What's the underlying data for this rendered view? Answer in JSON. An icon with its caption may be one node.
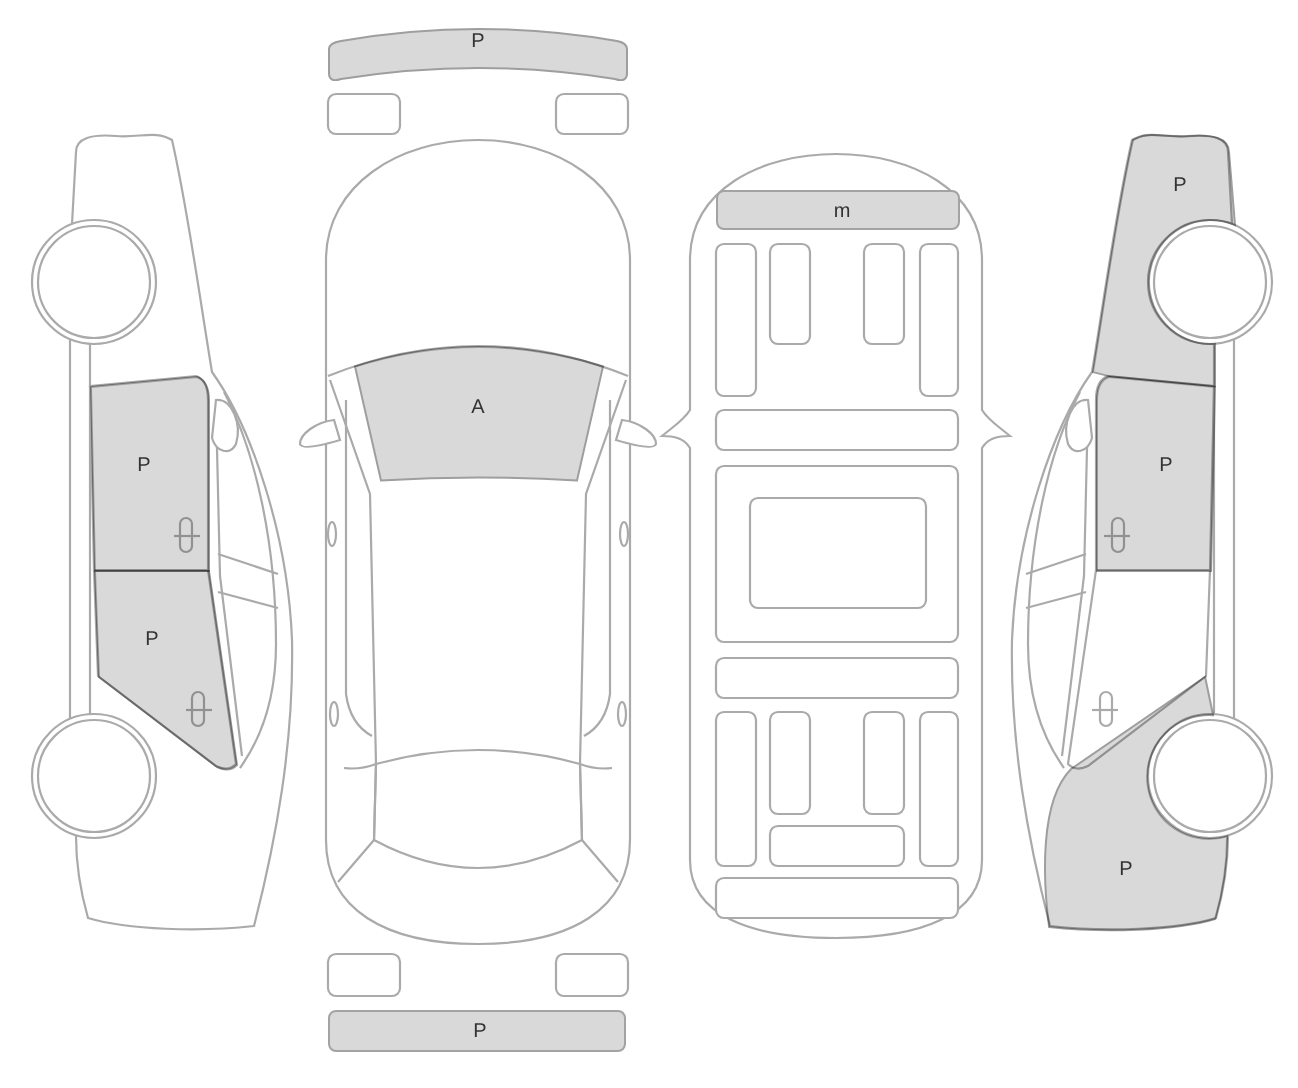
{
  "diagram": {
    "nodes": [
      {
        "text": [
          "P"
        ]
      },
      {
        "text": [
          "m"
        ]
      },
      {
        "text": [
          "P"
        ]
      },
      {
        "text": [
          "A"
        ]
      },
      {
        "text": [
          "P"
        ]
      },
      {
        "text": [
          "P"
        ]
      },
      {
        "text": [
          "P"
        ]
      },
      {
        "text": [
          "P"
        ]
      },
      {
        "text": [
          "P"
        ]
      }
    ]
  }
}
